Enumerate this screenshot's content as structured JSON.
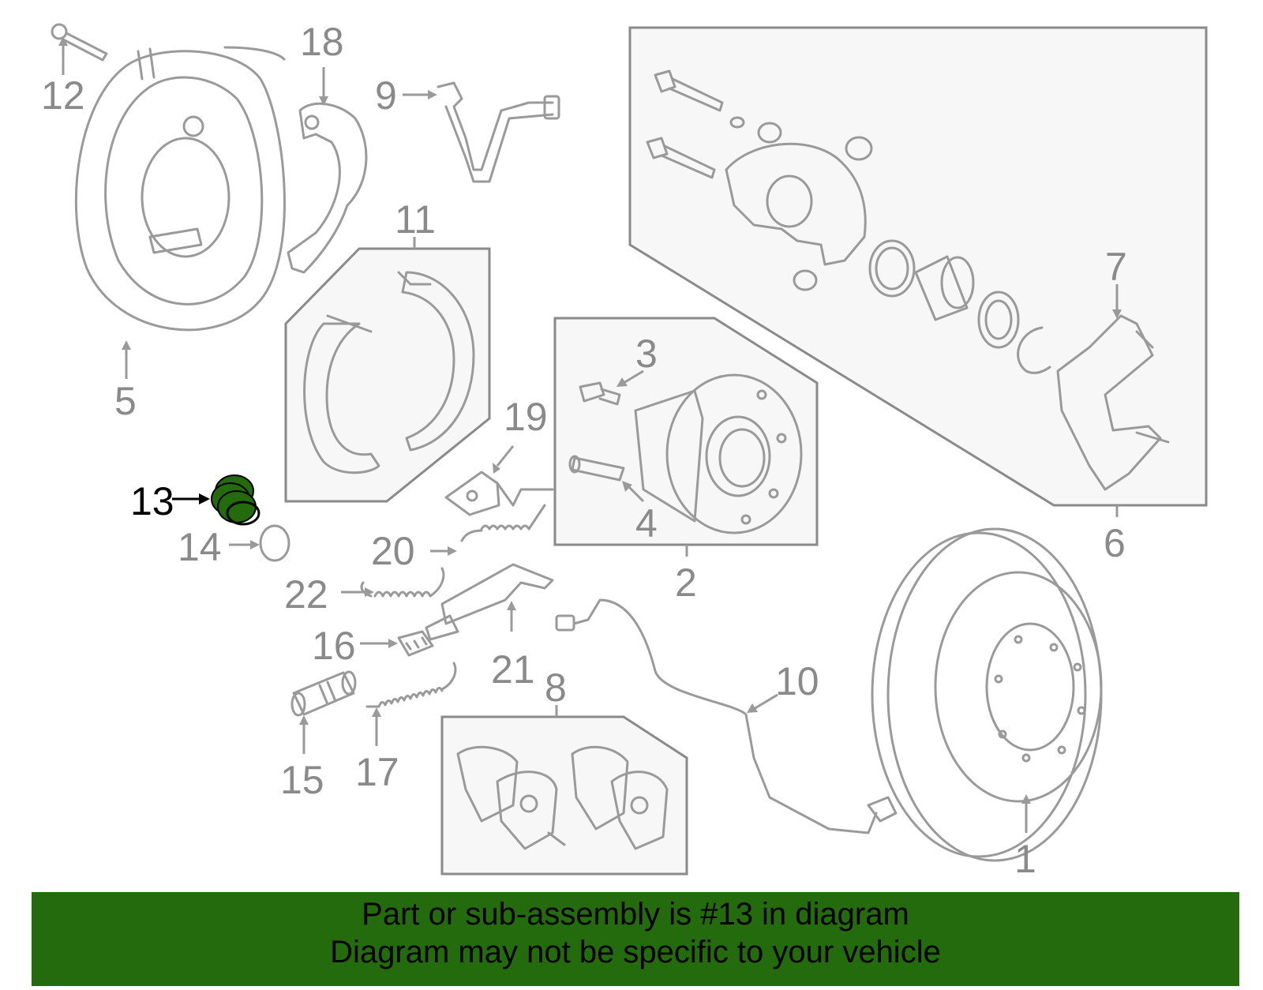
{
  "highlight_color": "#236b0c",
  "callouts": {
    "c1": "1",
    "c2": "2",
    "c3": "3",
    "c4": "4",
    "c5": "5",
    "c6": "6",
    "c7": "7",
    "c8": "8",
    "c9": "9",
    "c10": "10",
    "c11": "11",
    "c12": "12",
    "c13": "13",
    "c14": "14",
    "c15": "15",
    "c16": "16",
    "c17": "17",
    "c18": "18",
    "c19": "19",
    "c20": "20",
    "c21": "21",
    "c22": "22"
  },
  "footer": {
    "line1": "Part or sub-assembly is #13 in diagram",
    "line2": "Diagram may not be specific to your vehicle"
  }
}
